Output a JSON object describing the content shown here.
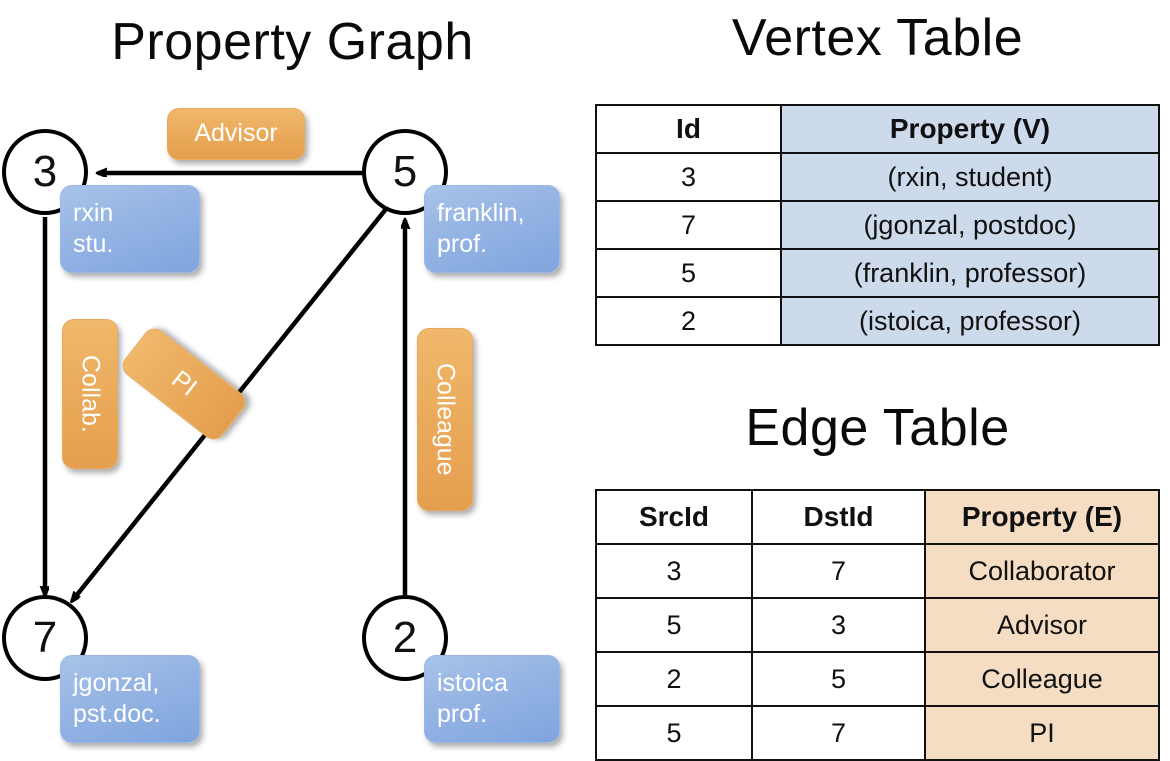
{
  "titles": {
    "property_graph": "Property Graph",
    "vertex_table": "Vertex Table",
    "edge_table": "Edge Table"
  },
  "graph": {
    "vertices": [
      {
        "id": "3",
        "property_line1": "rxin",
        "property_line2": "stu."
      },
      {
        "id": "5",
        "property_line1": "franklin,",
        "property_line2": "prof."
      },
      {
        "id": "7",
        "property_line1": "jgonzal,",
        "property_line2": "pst.doc."
      },
      {
        "id": "2",
        "property_line1": "istoica",
        "property_line2": "prof."
      }
    ],
    "edge_labels": {
      "advisor": "Advisor",
      "collab": "Collab.",
      "pi": "PI",
      "colleague": "Colleague"
    }
  },
  "vertex_table": {
    "headers": [
      "Id",
      "Property (V)"
    ],
    "rows": [
      [
        "3",
        "(rxin, student)"
      ],
      [
        "7",
        "(jgonzal, postdoc)"
      ],
      [
        "5",
        "(franklin, professor)"
      ],
      [
        "2",
        "(istoica, professor)"
      ]
    ]
  },
  "edge_table": {
    "headers": [
      "SrcId",
      "DstId",
      "Property (E)"
    ],
    "rows": [
      [
        "3",
        "7",
        "Collaborator"
      ],
      [
        "5",
        "3",
        "Advisor"
      ],
      [
        "2",
        "5",
        "Colleague"
      ],
      [
        "5",
        "7",
        "PI"
      ]
    ]
  },
  "colors": {
    "vertex_property_fill": "#ccdaec",
    "edge_property_fill": "#f5ddc3",
    "node_box_blue": "#7fa5de",
    "edge_box_orange": "#eaa95a",
    "stroke": "#111111",
    "background": "#ffffff"
  }
}
